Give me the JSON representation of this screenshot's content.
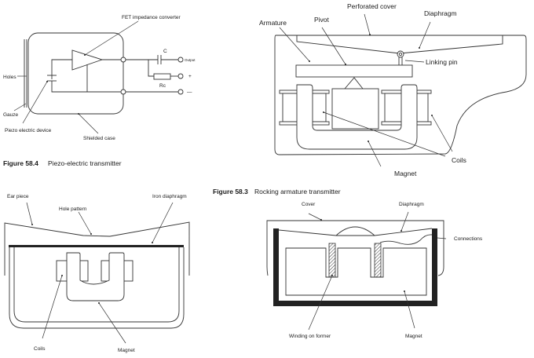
{
  "figures": {
    "piezo": {
      "caption_number": "Figure 58.4",
      "caption_title": "Piezo-electric transmitter",
      "labels": {
        "fet": "FET impedance converter",
        "c": "C",
        "output": "Output",
        "plus": "+",
        "minus": "—",
        "rc": "Rc",
        "holes": "Holes",
        "gauze": "Gauze",
        "piezo_device": "Piezo electric device",
        "shielded_case": "Shielded case"
      }
    },
    "rocking": {
      "caption_number": "Figure 58.3",
      "caption_title": "Rocking armature transmitter",
      "labels": {
        "perforated_cover": "Perforated cover",
        "diaphragm": "Diaphragm",
        "armature": "Armature",
        "pivot": "Pivot",
        "linking_pin": "Linking pin",
        "coils": "Coils",
        "magnet": "Magnet"
      }
    },
    "earpiece": {
      "labels": {
        "ear_piece": "Ear piece",
        "hole_pattern": "Hole pattern",
        "iron_diaphragm": "Iron diaphragm",
        "coils": "Coils",
        "magnet": "Magnet"
      }
    },
    "moving_coil": {
      "labels": {
        "cover": "Cover",
        "diaphragm": "Diaphragm",
        "connections": "Connections",
        "winding": "Winding on former",
        "magnet": "Magnet"
      }
    }
  }
}
